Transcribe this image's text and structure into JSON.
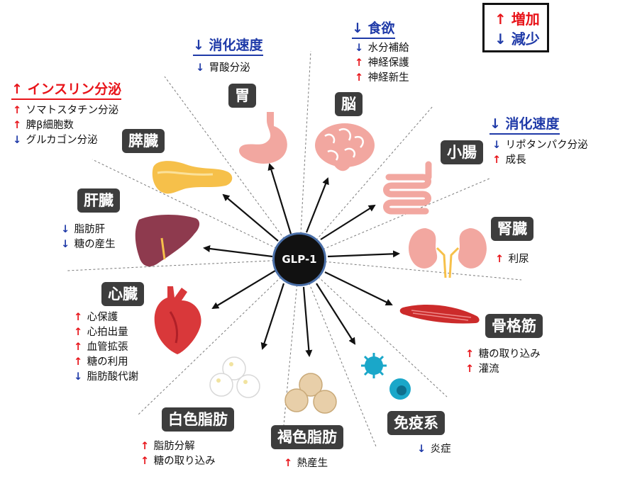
{
  "hub": {
    "label": "GLP-1"
  },
  "legend": [
    {
      "dir": "up",
      "arrow": "↑",
      "label": "増加"
    },
    {
      "dir": "down",
      "arrow": "↓",
      "label": "減少"
    }
  ],
  "organs": {
    "stomach": {
      "label": "胃",
      "header": {
        "dir": "down",
        "arrow": "↓",
        "text": "消化速度"
      },
      "effects": [
        {
          "dir": "down",
          "arrow": "↓",
          "text": "胃酸分泌"
        }
      ]
    },
    "brain": {
      "label": "脳",
      "header": {
        "dir": "down",
        "arrow": "↓",
        "text": "食欲"
      },
      "effects": [
        {
          "dir": "down",
          "arrow": "↓",
          "text": "水分補給"
        },
        {
          "dir": "up",
          "arrow": "↑",
          "text": "神経保護"
        },
        {
          "dir": "up",
          "arrow": "↑",
          "text": "神経新生"
        }
      ]
    },
    "pancreas": {
      "label": "膵臓",
      "header": {
        "dir": "up",
        "arrow": "↑",
        "text": "インスリン分泌"
      },
      "effects": [
        {
          "dir": "up",
          "arrow": "↑",
          "text": "ソマトスタチン分泌"
        },
        {
          "dir": "up",
          "arrow": "↑",
          "text": "脾β細胞数"
        },
        {
          "dir": "down",
          "arrow": "↓",
          "text": "グルカゴン分泌"
        }
      ]
    },
    "small_intestine": {
      "label": "小腸",
      "header": {
        "dir": "down",
        "arrow": "↓",
        "text": "消化速度"
      },
      "effects": [
        {
          "dir": "down",
          "arrow": "↓",
          "text": "リポタンパク分泌"
        },
        {
          "dir": "up",
          "arrow": "↑",
          "text": "成長"
        }
      ]
    },
    "liver": {
      "label": "肝臓",
      "effects": [
        {
          "dir": "down",
          "arrow": "↓",
          "text": "脂肪肝"
        },
        {
          "dir": "down",
          "arrow": "↓",
          "text": "糖の産生"
        }
      ]
    },
    "kidney": {
      "label": "腎臓",
      "effects": [
        {
          "dir": "up",
          "arrow": "↑",
          "text": "利尿"
        }
      ]
    },
    "heart": {
      "label": "心臓",
      "effects": [
        {
          "dir": "up",
          "arrow": "↑",
          "text": "心保護"
        },
        {
          "dir": "up",
          "arrow": "↑",
          "text": "心拍出量"
        },
        {
          "dir": "up",
          "arrow": "↑",
          "text": "血管拡張"
        },
        {
          "dir": "up",
          "arrow": "↑",
          "text": "糖の利用"
        },
        {
          "dir": "down",
          "arrow": "↓",
          "text": "脂肪酸代謝"
        }
      ]
    },
    "skeletal_muscle": {
      "label": "骨格筋",
      "effects": [
        {
          "dir": "up",
          "arrow": "↑",
          "text": "糖の取り込み"
        },
        {
          "dir": "up",
          "arrow": "↑",
          "text": "灌流"
        }
      ]
    },
    "white_fat": {
      "label": "白色脂肪",
      "effects": [
        {
          "dir": "up",
          "arrow": "↑",
          "text": "脂肪分解"
        },
        {
          "dir": "up",
          "arrow": "↑",
          "text": "糖の取り込み"
        }
      ]
    },
    "brown_fat": {
      "label": "褐色脂肪",
      "effects": [
        {
          "dir": "up",
          "arrow": "↑",
          "text": "熱産生"
        }
      ]
    },
    "immune": {
      "label": "免疫系",
      "effects": [
        {
          "dir": "down",
          "arrow": "↓",
          "text": "炎症"
        }
      ]
    }
  },
  "colors": {
    "increase": "#e8141a",
    "decrease": "#1f3aa8",
    "label_bg": "#3d3d3d",
    "stomach": "#f2a7a0",
    "pancreas": "#f6c04a",
    "liver": "#8e3a4e",
    "heart": "#d9383a",
    "muscle": "#cc2b2b",
    "immune": "#1aa7c9"
  }
}
